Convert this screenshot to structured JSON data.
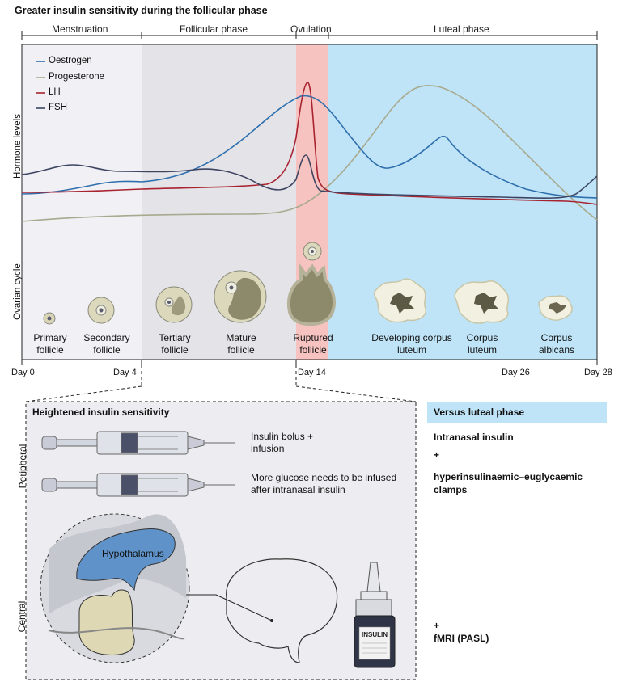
{
  "title": "Greater insulin sensitivity during the follicular phase",
  "phases": [
    "Menstruation",
    "Follicular phase",
    "Ovulation",
    "Luteal phase"
  ],
  "legend": [
    {
      "name": "Oestrogen",
      "color": "#2f6fae"
    },
    {
      "name": "Progesterone",
      "color": "#a8a98e"
    },
    {
      "name": "LH",
      "color": "#a8232f"
    },
    {
      "name": "FSH",
      "color": "#3e4563"
    }
  ],
  "y_labels": {
    "hormone": "Hormone levels",
    "ovarian": "Ovarian cycle"
  },
  "follicles": [
    "Primary follicle",
    "Secondary follicle",
    "Tertiary follicle",
    "Mature follicle",
    "Ruptured follicle",
    "Developing corpus luteum",
    "Corpus luteum",
    "Corpus albicans"
  ],
  "days": [
    "Day 0",
    "Day 4",
    "Day 14",
    "Day 26",
    "Day 28"
  ],
  "lower": {
    "box_title": "Heightened insulin sensitivity",
    "peripheral": "Peripheral",
    "central": "Central",
    "note1": "Insulin bolus + infusion",
    "note2": "More glucose needs to be infused after intranasal insulin",
    "hypothalamus": "Hypothalamus",
    "bottle_label": "INSULIN"
  },
  "right": {
    "header": "Versus luteal phase",
    "item1": "Intranasal insulin",
    "plus1": "+",
    "item2": "hyperinsulinaemic–euglycaemic clamps",
    "plus2": "+",
    "item3": "fMRI (PASL)"
  },
  "colors": {
    "menstruation": "#f1f1f5",
    "follicular": "#e4e4e8",
    "ovulation": "#f6c3c0",
    "luteal": "#bfe4f7"
  }
}
